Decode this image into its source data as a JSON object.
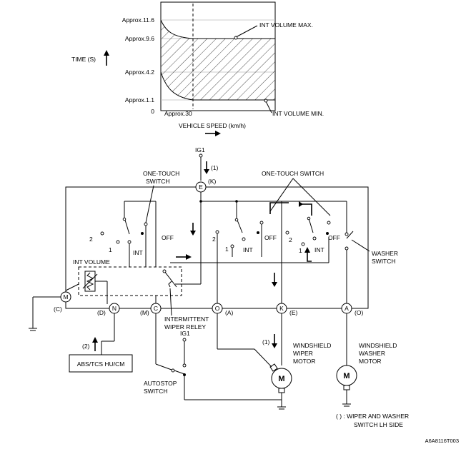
{
  "graph": {
    "y_ticks": [
      "Approx.11.6",
      "Approx.9.6",
      "Approx.4.2",
      "Approx.1.1",
      "0"
    ],
    "y_axis_label": "TIME (S)",
    "x_tick": "Approx.30",
    "x_axis_label": "VEHICLE SPEED (km/h)",
    "max_label": "INT VOLUME MAX.",
    "min_label": "INT VOLUME MIN."
  },
  "circuit": {
    "ig1_top": "IG1",
    "ig1_autostop": "IG1",
    "flow_top": "(1)",
    "flow_motor": "(1)",
    "flow_abs": "(2)",
    "one_touch_left": [
      "ONE-TOUCH",
      "SWITCH"
    ],
    "one_touch_right": "ONE-TOUCH SWITCH",
    "int_volume": "INT VOLUME",
    "intermittent_relay": [
      "INTERMITTENT",
      "WIPER RELEY"
    ],
    "washer_switch": [
      "WASHER",
      "SWITCH"
    ],
    "windshield_wiper_motor": [
      "WINDSHIELD",
      "WIPER",
      "MOTOR"
    ],
    "windshield_washer_motor": [
      "WINDSHIELD",
      "WASHER",
      "MOTOR"
    ],
    "autostop_switch": [
      "AUTOSTOP",
      "SWITCH"
    ],
    "abs_box": "ABS/TCS HU/CM",
    "note": [
      "( ) : WIPER AND WASHER",
      "SWITCH LH SIDE"
    ],
    "figure_code": "A6A8116T003",
    "switch_positions": {
      "left": [
        "2",
        "1",
        "INT",
        "OFF"
      ],
      "mid": [
        "2",
        "1",
        "INT",
        "OFF"
      ],
      "right": [
        "2",
        "1",
        "INT",
        "OFF"
      ]
    },
    "connectors": [
      {
        "letter": "E",
        "pin": "(K)"
      },
      {
        "letter": "M",
        "pin": "(C)"
      },
      {
        "letter": "N",
        "pin": "(D)"
      },
      {
        "letter": "C",
        "pin": "(M)"
      },
      {
        "letter": "O",
        "pin": "(A)"
      },
      {
        "letter": "K",
        "pin": "(E)"
      },
      {
        "letter": "A",
        "pin": "(O)"
      }
    ],
    "motor_letter": "M"
  }
}
